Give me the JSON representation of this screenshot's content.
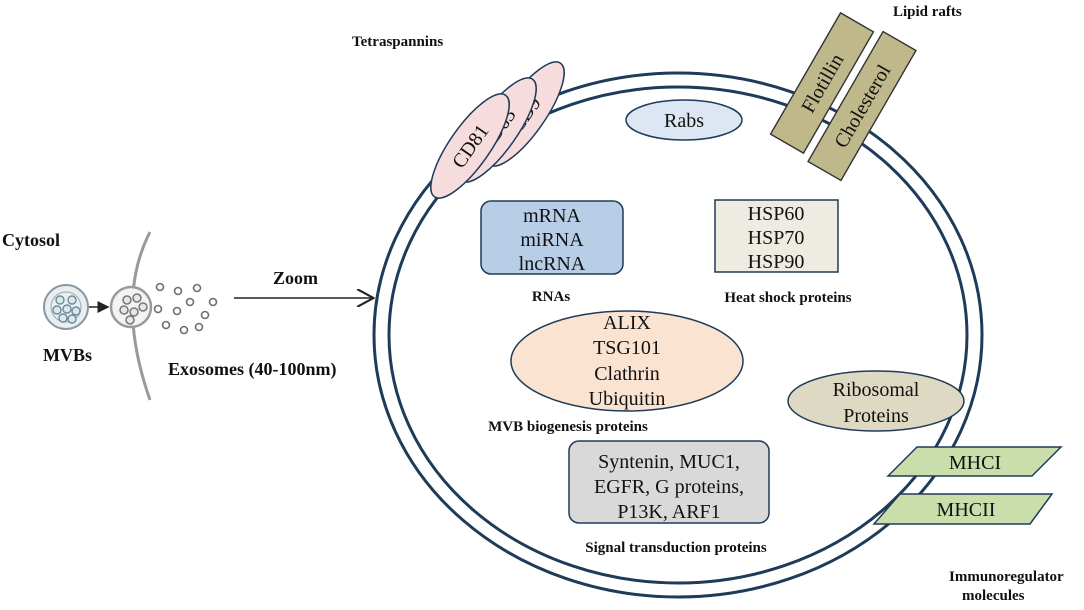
{
  "left": {
    "cytosol": "Cytosol",
    "mvbs": "MVBs",
    "exosomes": "Exosomes (40-100nm)",
    "zoom": "Zoom"
  },
  "membrane": {
    "tetraspannins": "Tetraspannins",
    "tetraspannin_items": [
      "CD9",
      "CD63",
      "CD81"
    ],
    "lipid_rafts": "Lipid rafts",
    "lipid_raft_items": [
      "Flotillin",
      "Cholesterol"
    ]
  },
  "inner": {
    "rabs": "Rabs",
    "rnas": {
      "items": [
        "mRNA",
        "miRNA",
        "lncRNA"
      ],
      "caption": "RNAs"
    },
    "heat_shock": {
      "items": [
        "HSP60",
        "HSP70",
        "HSP90"
      ],
      "caption": "Heat shock proteins"
    },
    "mvb_biogenesis": {
      "items": [
        "ALIX",
        "TSG101",
        "Clathrin",
        "Ubiquitin"
      ],
      "caption": "MVB biogenesis proteins"
    },
    "ribosomal": {
      "items": [
        "Ribosomal",
        "Proteins"
      ]
    },
    "signal": {
      "items": [
        "Syntenin, MUC1,",
        "EGFR, G proteins,",
        "P13K, ARF1"
      ],
      "caption": "Signal transduction  proteins"
    }
  },
  "immuno": {
    "items": [
      "MHCI",
      "MHCII"
    ],
    "caption_lines": [
      "Immunoregulator",
      "molecules"
    ]
  },
  "colors": {
    "tetraspannin_fill": "#f6dcdc",
    "lipid_raft_fill": "#bfb88a",
    "rabs_fill": "#dde7f3",
    "rna_fill": "#b8cde6",
    "hsp_fill": "#eeebe2",
    "mvb_fill": "#fbe3d2",
    "ribosomal_fill": "#ddd9c2",
    "signal_fill": "#d9d9d9",
    "mhc_fill": "#c9deaa",
    "outline": "#1f3b5a"
  }
}
